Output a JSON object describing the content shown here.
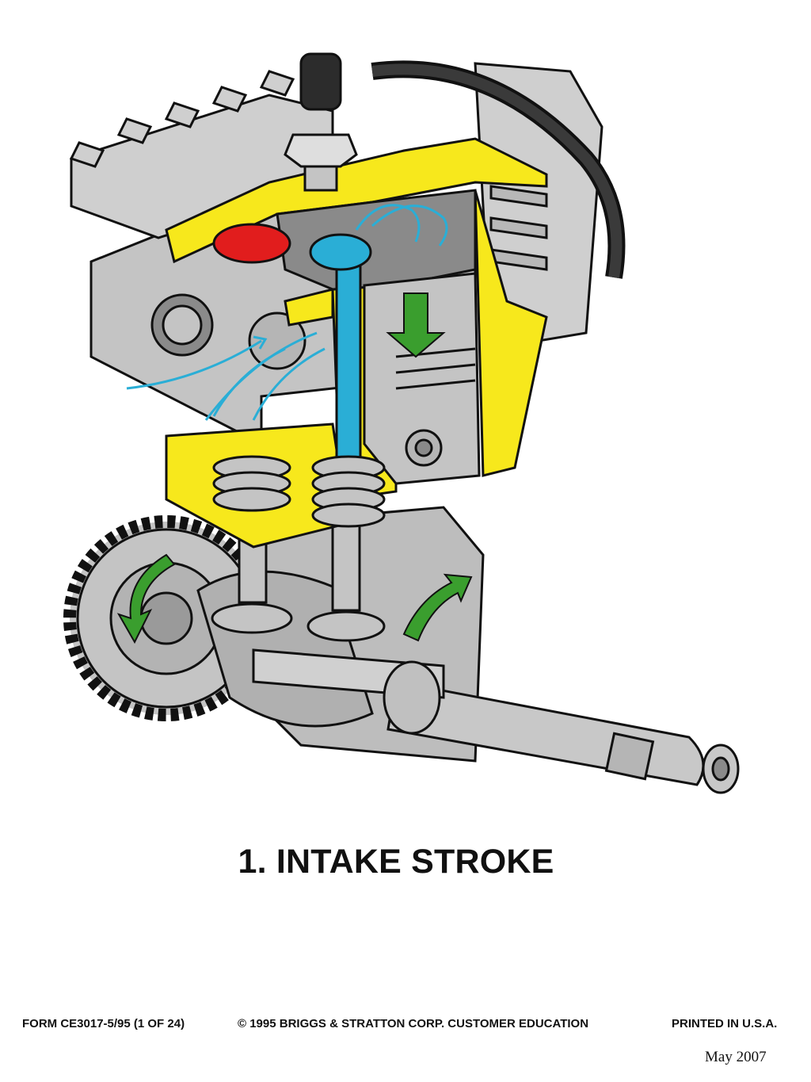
{
  "title": "1. INTAKE STROKE",
  "footer": {
    "form": "FORM CE3017-5/95 (1 OF 24)",
    "copyright": "© 1995 BRIGGS & STRATTON CORP. CUSTOMER EDUCATION",
    "printed": "PRINTED IN U.S.A."
  },
  "date": "May 2007",
  "colors": {
    "metal": "#c4c4c4",
    "metal_dark": "#8a8a8a",
    "cutaway": "#f7e81c",
    "intake_valve": "#2aaed6",
    "exhaust_valve": "#e11d1d",
    "airflow": "#2aaed6",
    "motion_arrow": "#3a9e2e",
    "outline": "#111111"
  }
}
